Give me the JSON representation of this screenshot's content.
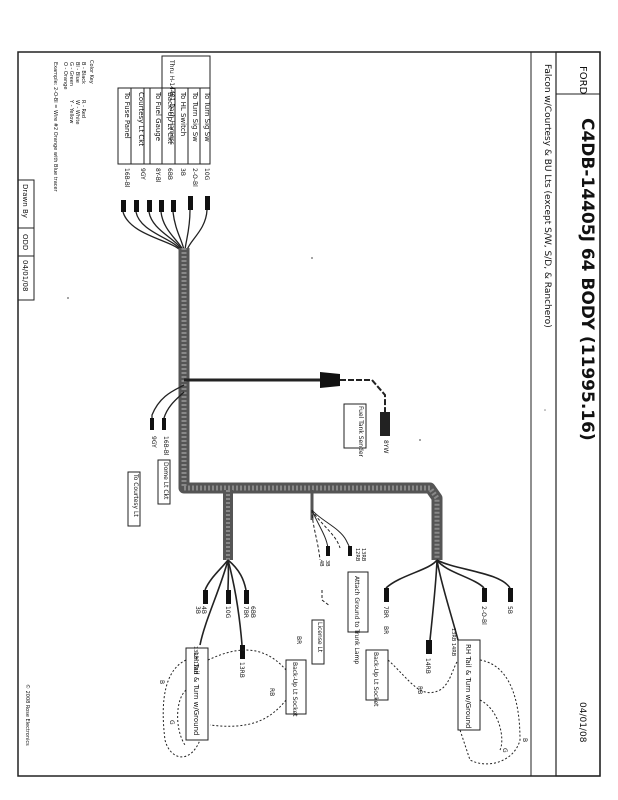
{
  "title_block": {
    "make": "FORD",
    "part": "C4DB-14405J   64 BODY   (11995.16)",
    "desc": "Falcon w/Courtesy & BU Lts (except S/W, S/D, & Ranchero)",
    "date": "04/01/08"
  },
  "drawn_by": {
    "label": "Drawn By",
    "who": "ODD",
    "date": "04/01/08"
  },
  "copyright": "© 2008 Rose Electronics",
  "color_key": {
    "title": "Color Key",
    "lines": [
      "B - Black",
      "Bl - Blue",
      "G - Green",
      "O - Orange",
      "R - Red",
      "W - White",
      "Y - Yellow"
    ],
    "example": "Example: 2-O-Bl = Wire #2 Orange with Blue tracer"
  },
  "connector_table": {
    "group1": "Thru H-14401 Dash Harness",
    "rows": [
      {
        "dest": "To Turn Sig Sw",
        "code": "10G"
      },
      {
        "dest": "To Turn Sig Sw",
        "code": "2-O-Bl"
      },
      {
        "dest": "To HL Switch",
        "code": "3B"
      },
      {
        "dest": "Back-Up Lt Ckt",
        "code": "6BB"
      },
      {
        "dest": "To Fuel Gauge",
        "code": "8Y-Bl"
      },
      {
        "dest": "Courtesy Lt Ckt",
        "code": "9GY"
      },
      {
        "dest": "To Fuse Panel",
        "code": "16B-Bl"
      }
    ]
  },
  "labels": {
    "fuel_tank": "Fuel Tank Sender",
    "fuel_wire": "8YW",
    "courtesy_9gy": "9GY",
    "courtesy_16b": "16B-Bl",
    "dome": "Dome Lt Ckt",
    "to_courtesy": "To Courtesy Lt",
    "wire_12rb": "12RB",
    "wire_13rb": "13RB",
    "attach_ground": "Attach Ground to Trunk Lamp",
    "wire_4b": "4B",
    "wire_3b": "3B",
    "license": "License Lt",
    "wire_br": "BR",
    "wire_7br": "7BR",
    "wire_2ob": "2-O-Bl",
    "wire_5b": "5B",
    "rh_tail": "RH Tail & Turn w/Ground",
    "rh_wires": "13RB 14RB",
    "wire_14rb": "14RB",
    "backup_rh": "Back-Up Lt Socket",
    "lh_tail": "LH Tail & Turn w/Ground",
    "lh_wires": "13RB 12RB",
    "backup_lh": "Back-Up Lt Socket",
    "wire_6bb": "6BB",
    "wire_7br_l": "7BR",
    "wire_10g": "10G",
    "wire_3b_l": "3B",
    "wire_4b_l": "4B",
    "wire_13rb_l": "13RB",
    "wire_rb": "RB",
    "wire_b": "B",
    "wire_g": "G",
    "wire_b2": "B",
    "wire_g2": "G",
    "wire_rb2": "RB"
  }
}
